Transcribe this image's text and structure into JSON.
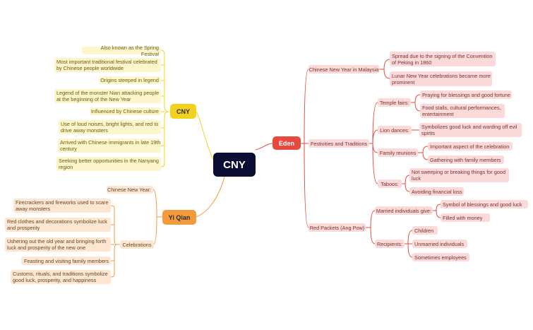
{
  "root": "CNY",
  "branches": {
    "cny": {
      "label": "CNY",
      "items": [
        "Also known as the Spring Festival",
        "Most important traditional festival celebrated by Chinese people worldwide",
        "Origins steeped in legend",
        "Legend of the monster Nian attacking people at the beginning of the New Year",
        "Influenced by Chinese culture",
        "Use of loud noises, bright lights, and red to drive away monsters",
        "Arrived with Chinese immigrants in late 19th century",
        "Seeking better opportunities in the Nanyang region"
      ]
    },
    "yi_qian": {
      "label": "Yi Qian",
      "new_year": "Chinese New Year",
      "celebrations": {
        "label": "Celebrations",
        "items": [
          "Firecrackers and fireworks used to scare away monsters",
          "Red clothes and decorations symbolize luck and prosperity",
          "Ushering out the old year and bringing forth luck and prosperity of the new one",
          "Feasting and visiting family members",
          "Customs, rituals, and traditions symbolize good luck, prosperity, and happiness"
        ]
      }
    },
    "eden": {
      "label": "Eden",
      "malaysia": {
        "label": "Chinese New Year in Malaysia",
        "items": [
          "Spread due to the signing of the Convention of Peking in 1860",
          "Lunar New Year celebrations became more prominent"
        ]
      },
      "festivities": {
        "label": "Festivities and Traditions",
        "temple": {
          "label": "Temple fairs",
          "items": [
            "Praying for blessings and good fortune",
            "Food stalls, cultural performances, entertainment"
          ]
        },
        "lion": {
          "label": "Lion dances",
          "items": [
            "Symbolizes good luck and warding off evil spirits"
          ]
        },
        "reunions": {
          "label": "Family reunions",
          "items": [
            "Important aspect of the celebration",
            "Gathering with family members"
          ]
        },
        "taboos": {
          "label": "Taboos",
          "items": [
            "Not sweeping or breaking things for good luck",
            "Avoiding financial loss"
          ]
        }
      },
      "red_packets": {
        "label": "Red Packets (Ang Pow)",
        "married": {
          "label": "Married individuals give",
          "items": [
            "Symbol of blessings and good luck",
            "Filled with money"
          ]
        },
        "recipients": {
          "label": "Recipients",
          "items": [
            "Children",
            "Unmarried individuals",
            "Sometimes employees"
          ]
        }
      }
    }
  },
  "colors": {
    "cny": "#f2d21e",
    "yi_qian": "#f49a3e",
    "eden": "#e64a3f",
    "root": "#0c0f33"
  }
}
